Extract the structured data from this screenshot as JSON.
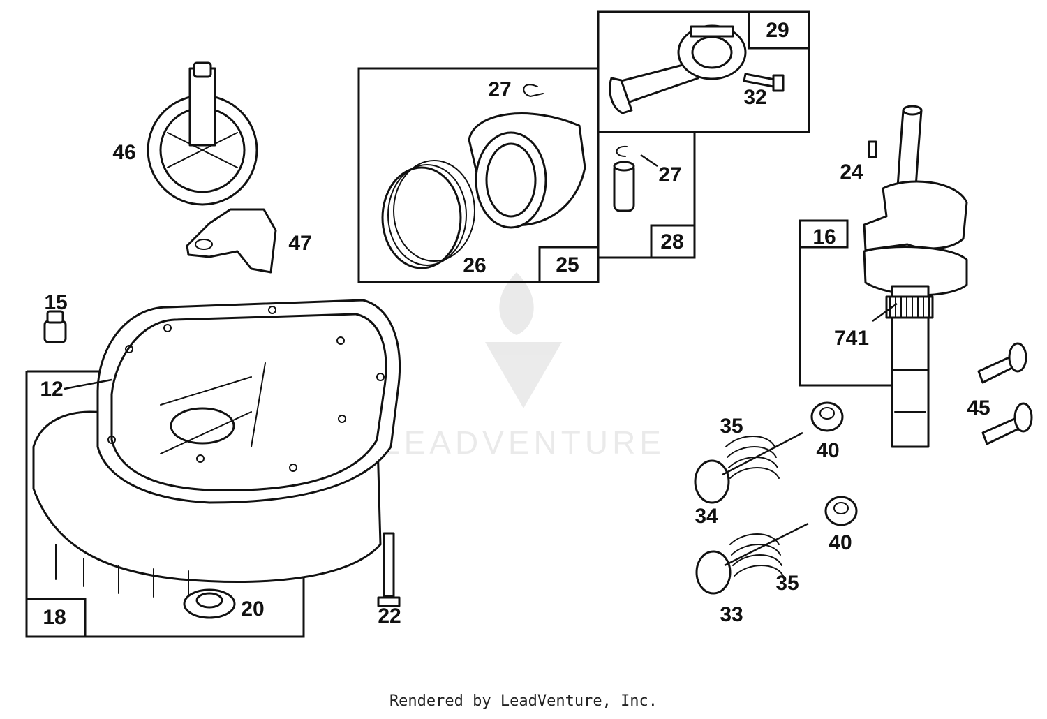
{
  "diagram": {
    "boxes": [
      {
        "id": "box-29",
        "label": "29"
      },
      {
        "id": "box-25",
        "label": "25"
      },
      {
        "id": "box-28",
        "label": "28"
      },
      {
        "id": "box-16",
        "label": "16"
      },
      {
        "id": "box-18",
        "label": "18"
      }
    ],
    "callouts": [
      {
        "id": "46",
        "label": "46"
      },
      {
        "id": "47",
        "label": "47"
      },
      {
        "id": "27a",
        "label": "27"
      },
      {
        "id": "27b",
        "label": "27"
      },
      {
        "id": "32",
        "label": "32"
      },
      {
        "id": "26",
        "label": "26"
      },
      {
        "id": "24",
        "label": "24"
      },
      {
        "id": "741",
        "label": "741"
      },
      {
        "id": "15",
        "label": "15"
      },
      {
        "id": "12",
        "label": "12"
      },
      {
        "id": "45",
        "label": "45"
      },
      {
        "id": "35a",
        "label": "35"
      },
      {
        "id": "40a",
        "label": "40"
      },
      {
        "id": "34",
        "label": "34"
      },
      {
        "id": "40b",
        "label": "40"
      },
      {
        "id": "35b",
        "label": "35"
      },
      {
        "id": "33",
        "label": "33"
      },
      {
        "id": "20",
        "label": "20"
      },
      {
        "id": "22",
        "label": "22"
      }
    ]
  },
  "watermark": "LEADVENTURE",
  "footer": "Rendered by LeadVenture, Inc."
}
